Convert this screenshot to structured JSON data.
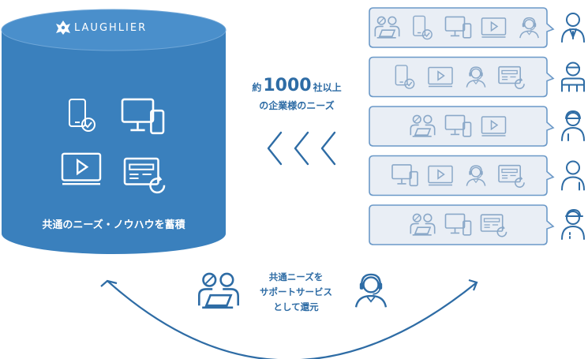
{
  "database": {
    "logo_text": "LAUGHLIER",
    "caption": "共通のニーズ・ノウハウを蓄積",
    "color": "#3a80bd",
    "icons": [
      "smartphone-check-icon",
      "desktop-phone-icon",
      "video-player-icon",
      "form-refresh-icon"
    ]
  },
  "middle": {
    "prefix": "約",
    "number": "1000",
    "suffix": "社以上",
    "line2": "の企業様のニーズ",
    "arrows": [
      "<",
      "<",
      "<"
    ]
  },
  "customers": [
    {
      "icons": [
        "people-laptop-icon",
        "smartphone-check-icon",
        "desktop-phone-icon",
        "video-player-icon",
        "operator-headset-icon"
      ],
      "person": "businessman-icon"
    },
    {
      "icons": [
        "smartphone-check-icon",
        "video-player-icon",
        "operator-headset-icon",
        "form-refresh-icon"
      ],
      "person": "worker-icon"
    },
    {
      "icons": [
        "people-laptop-icon",
        "desktop-phone-icon",
        "video-player-icon"
      ],
      "person": "cap-person-icon"
    },
    {
      "icons": [
        "desktop-phone-icon",
        "video-player-icon",
        "operator-headset-icon",
        "form-refresh-icon"
      ],
      "person": "casual-person-icon"
    },
    {
      "icons": [
        "people-laptop-icon",
        "desktop-phone-icon",
        "form-refresh-icon"
      ],
      "person": "cap-side-person-icon"
    }
  ],
  "bottom": {
    "line1": "共通ニーズを",
    "line2": "サポートサービス",
    "line3": "として還元"
  },
  "colors": {
    "accent": "#2e6ca5",
    "panel_fill": "#e9eef5",
    "panel_stroke": "#6b99c8"
  }
}
